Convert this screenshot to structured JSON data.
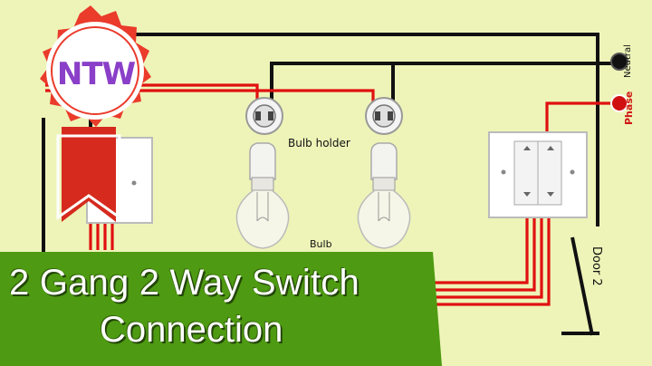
{
  "labels": {
    "bulb_holder": "Bulb holder",
    "bulb": "Bulb",
    "neutral": "Neutral",
    "phase": "Phase",
    "door": "Door 2"
  },
  "title": {
    "line1": "2 Gang 2 Way Switch",
    "line2": "Connection"
  },
  "logo": {
    "text": "NTW",
    "icon": "gear-icon"
  },
  "colors": {
    "background": "#eef4b8",
    "phase_wire": "#e01010",
    "neutral_wire": "#111111",
    "banner": "#4e9a12",
    "badge": "#e83a2a",
    "logo_text": "#8a3fc8"
  }
}
